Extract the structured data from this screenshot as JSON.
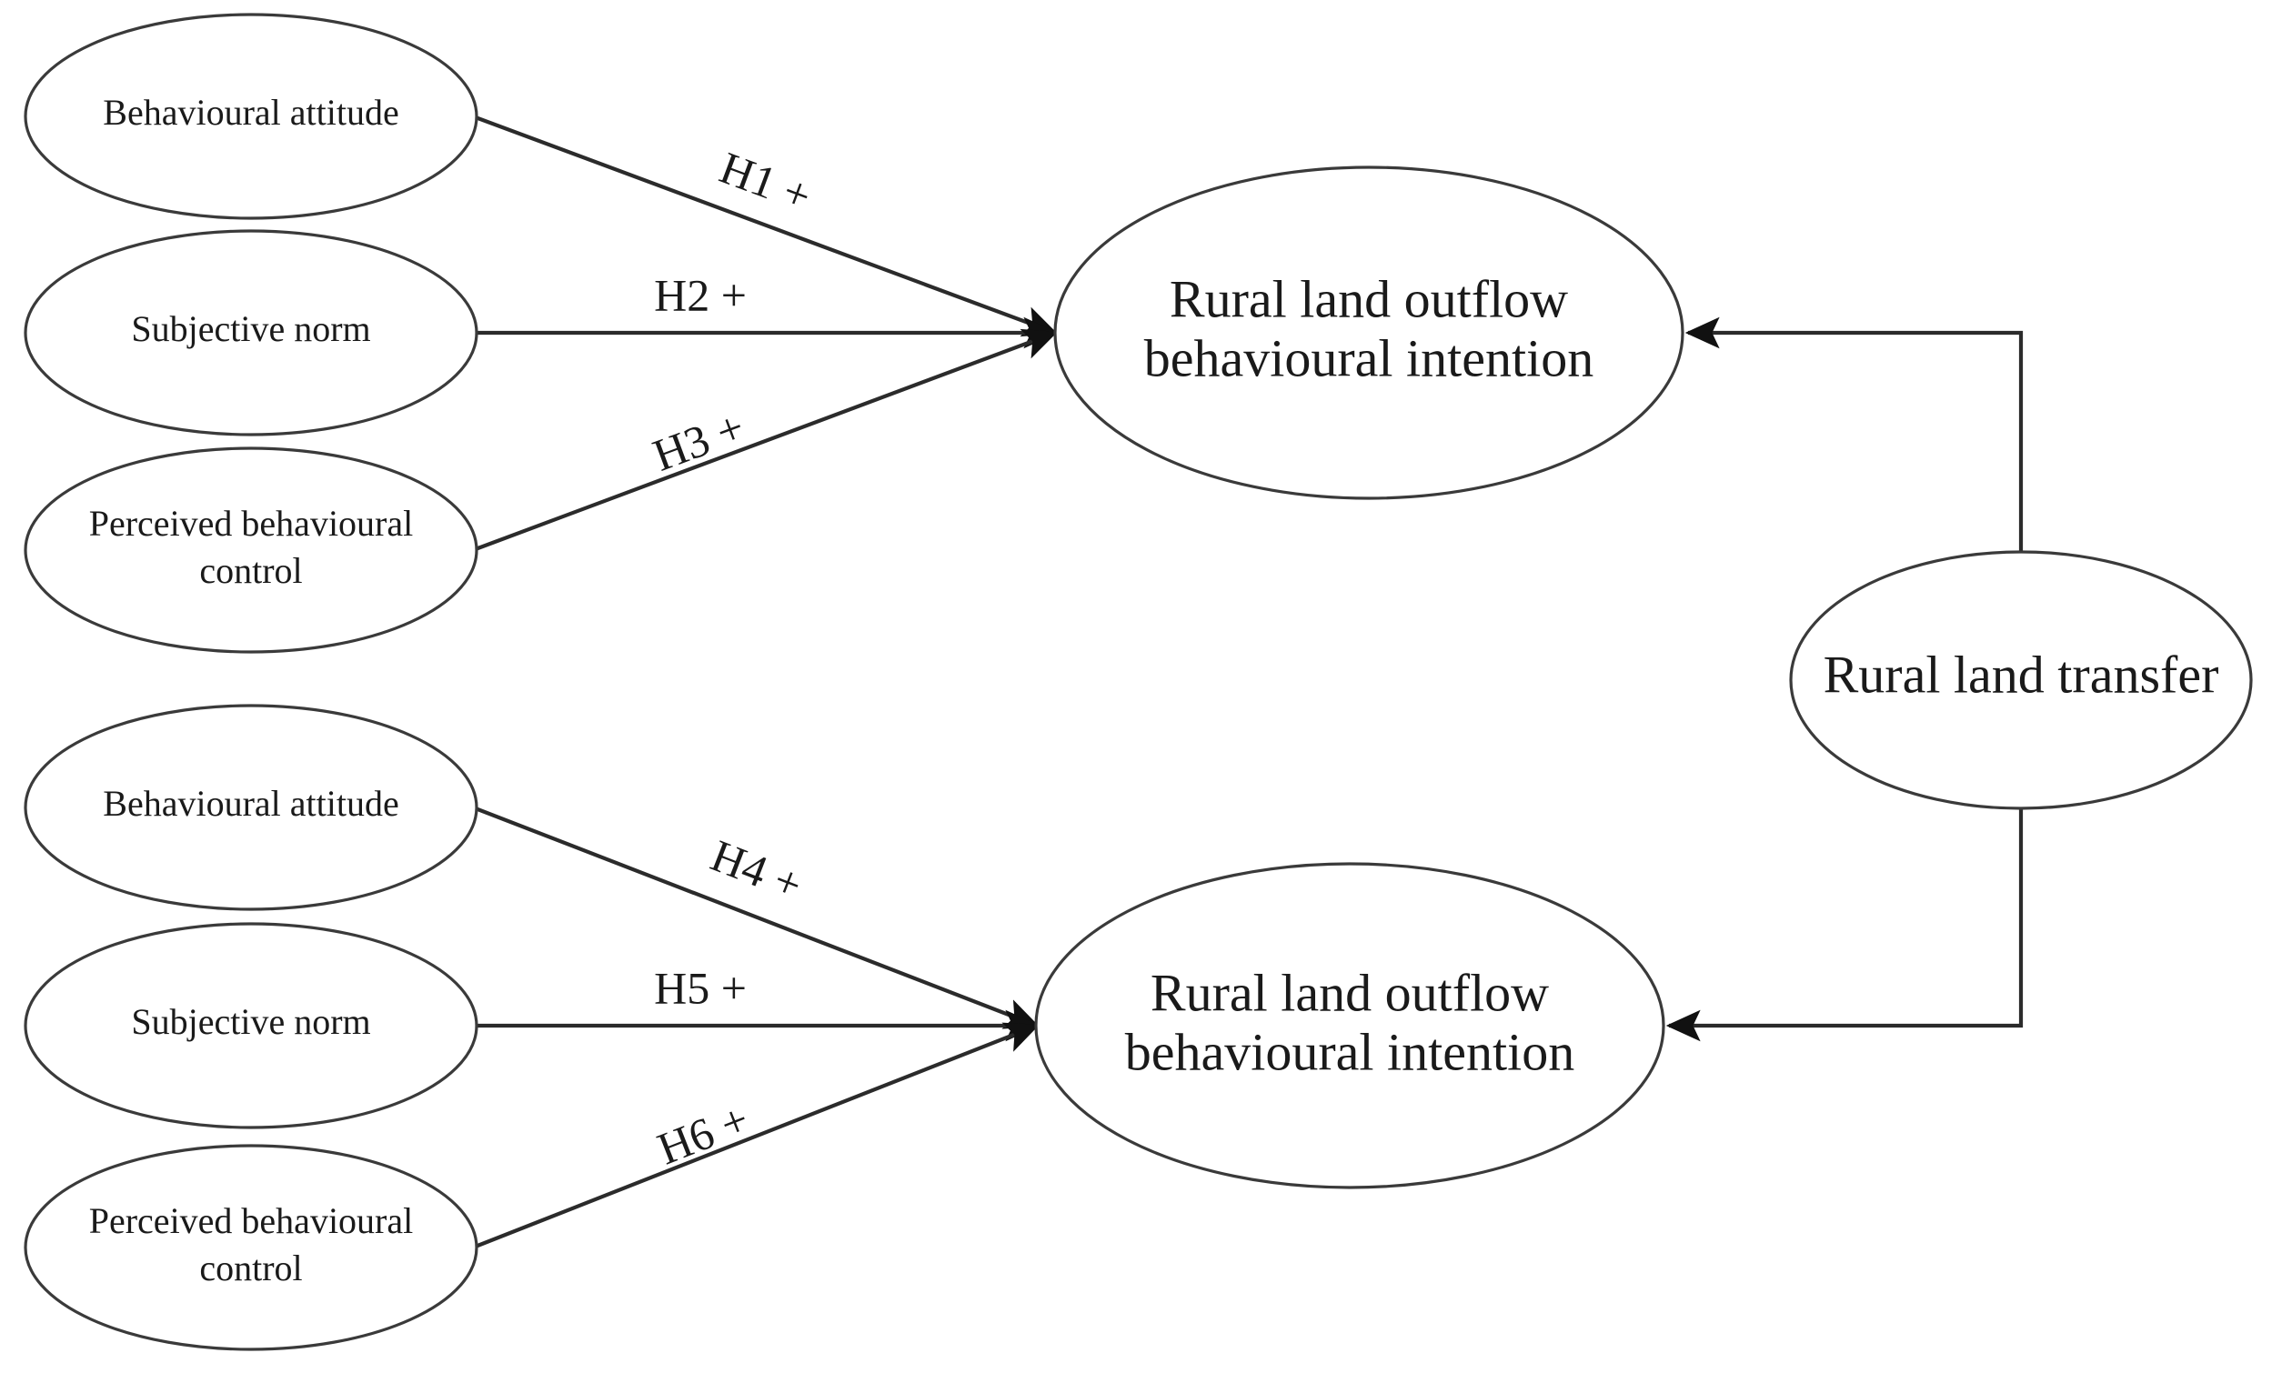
{
  "diagram": {
    "type": "conceptual-research-model",
    "title": "",
    "background_color": "#ffffff",
    "line_color": "#2b2b2b",
    "node_stroke_color": "#3a3a3a",
    "text_color": "#1a1a1a",
    "groups": [
      {
        "id": "upper-group",
        "antecedents": [
          {
            "id": "upper-behavioural-attitude",
            "label": "Behavioural attitude"
          },
          {
            "id": "upper-subjective-norm",
            "label": "Subjective norm"
          },
          {
            "id": "upper-perceived-behavioural-control",
            "line1": "Perceived behavioural",
            "line2": "control"
          }
        ],
        "outcome": {
          "id": "upper-outcome",
          "line1": "Rural land outflow",
          "line2": "behavioural intention"
        },
        "hypotheses": [
          {
            "id": "h1",
            "label": "H1 +",
            "from": "upper-behavioural-attitude",
            "to": "upper-outcome",
            "sign": "+"
          },
          {
            "id": "h2",
            "label": "H2 +",
            "from": "upper-subjective-norm",
            "to": "upper-outcome",
            "sign": "+"
          },
          {
            "id": "h3",
            "label": "H3 +",
            "from": "upper-perceived-behavioural-control",
            "to": "upper-outcome",
            "sign": "+"
          }
        ]
      },
      {
        "id": "lower-group",
        "antecedents": [
          {
            "id": "lower-behavioural-attitude",
            "label": "Behavioural attitude"
          },
          {
            "id": "lower-subjective-norm",
            "label": "Subjective norm"
          },
          {
            "id": "lower-perceived-behavioural-control",
            "line1": "Perceived behavioural",
            "line2": "control"
          }
        ],
        "outcome": {
          "id": "lower-outcome",
          "line1": "Rural land outflow",
          "line2": "behavioural intention"
        },
        "hypotheses": [
          {
            "id": "h4",
            "label": "H4 +",
            "from": "lower-behavioural-attitude",
            "to": "lower-outcome",
            "sign": "+"
          },
          {
            "id": "h5",
            "label": "H5 +",
            "from": "lower-subjective-norm",
            "to": "lower-outcome",
            "sign": "+"
          },
          {
            "id": "h6",
            "label": "H6 +",
            "from": "lower-perceived-behavioural-control",
            "to": "lower-outcome",
            "sign": "+"
          }
        ]
      }
    ],
    "moderator": {
      "id": "rural-land-transfer",
      "label": "Rural land transfer",
      "targets": [
        "upper-outcome",
        "lower-outcome"
      ]
    }
  }
}
